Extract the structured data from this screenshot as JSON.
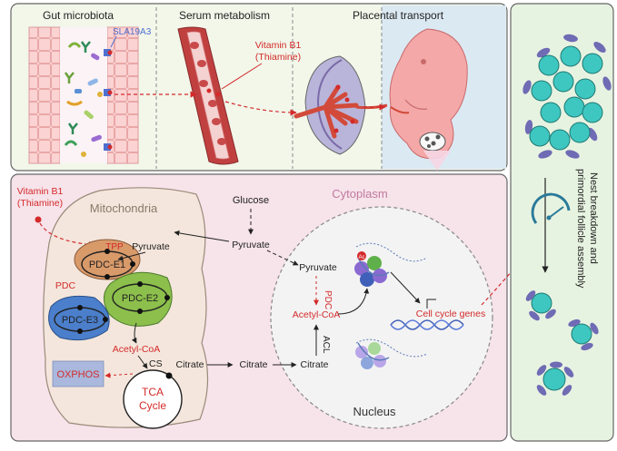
{
  "panels": {
    "gut_microbiota": "Gut microbiota",
    "serum_metabolism": "Serum metabolism",
    "placental_transport": "Placental transport"
  },
  "labels": {
    "transporter": "SLA19A3",
    "vitamin_b1_top": "Vitamin B1",
    "thiamine_top": "(Thiamine)",
    "vitamin_b1_cell": "Vitamin B1",
    "thiamine_cell": "(Thiamine)",
    "mitochondria": "Mitochondria",
    "cytoplasm": "Cytoplasm",
    "nucleus": "Nucleus",
    "glucose": "Glucose",
    "pyruvate_mito": "Pyruvate",
    "pyruvate_cyto": "Pyruvate",
    "pyruvate_nucleus": "Pyruvate",
    "tpp": "TPP",
    "pdc": "PDC",
    "pdc_e1": "PDC-E1",
    "pdc_e2": "PDC-E2",
    "pdc_e3": "PDC-E3",
    "acetyl_coa_mito": "Acetyl-CoA",
    "acetyl_coa_nucleus": "Acetyl-CoA",
    "pdc_nucleus": "PDC",
    "acl": "ACL",
    "cs": "CS",
    "citrate_1": "Citrate",
    "citrate_2": "Citrate",
    "citrate_3": "Citrate",
    "oxphos": "OXPHOS",
    "tca_line1": "TCA",
    "tca_line2": "Cycle",
    "cell_cycle_genes": "Cell cycle genes",
    "ac": "Ac",
    "nest_breakdown_line1": "Nest breakdown and",
    "nest_breakdown_line2": "primordial follicle assembly"
  },
  "colors": {
    "red": "#d42a2a",
    "arrow": "#222222",
    "top_panel_bg": "#f2f7ea",
    "cell_panel_bg": "#f7e3ea",
    "side_panel_bg": "#e7f3e1",
    "mito_fill": "#f4e6dc",
    "pdc_e1": "#d99a6a",
    "pdc_e2": "#8cbf4c",
    "pdc_e3": "#4b7fcb",
    "oxphos": "#a9b8dc",
    "cell": "#3ec7c0",
    "granulosa": "#6f6bb4",
    "fetus": "#f4a8a8"
  }
}
